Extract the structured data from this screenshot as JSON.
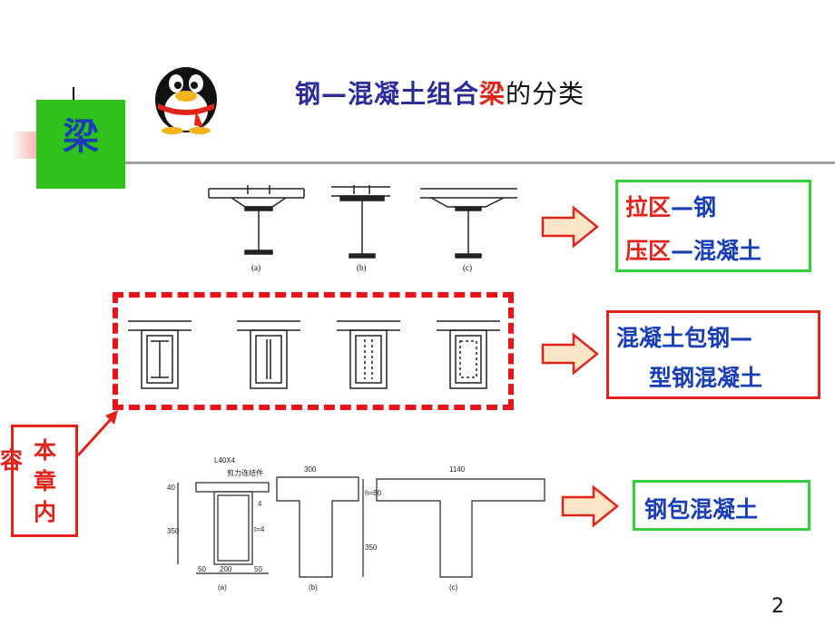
{
  "title": {
    "part1": "钢—混凝土组合",
    "part2": "梁",
    "part3": "的分类"
  },
  "section_tag": "梁",
  "box1": {
    "line1_red": "拉区",
    "line1_blue": "—钢",
    "line2_red": "压区",
    "line2_blue": "—混凝土"
  },
  "box2": {
    "line1": "混凝土包钢—",
    "line2": "型钢混凝土"
  },
  "box3": {
    "text": "钢包混凝土"
  },
  "chapter_label": {
    "left": "容",
    "c1": "本",
    "c2": "章",
    "c3": "内"
  },
  "fig1_labels": [
    "(a)",
    "(b)",
    "(c)"
  ],
  "fig3_labels": [
    "(a)",
    "(b)",
    "(c)"
  ],
  "fig3_dims": {
    "angle": "L40X4",
    "note": "剪力连结件",
    "d40": "40",
    "d350": "350",
    "d50a": "50",
    "d200": "200",
    "d50b": "50",
    "t4": "t=4",
    "d4": "4",
    "d300": "300",
    "d1140": "1140",
    "h80": "h=80",
    "d350b": "350"
  },
  "page_number": "2",
  "colors": {
    "title_blue": "#2b2b9a",
    "accent_red": "#e2231a",
    "green": "#34d13a",
    "tag_green": "#2ec21a"
  }
}
